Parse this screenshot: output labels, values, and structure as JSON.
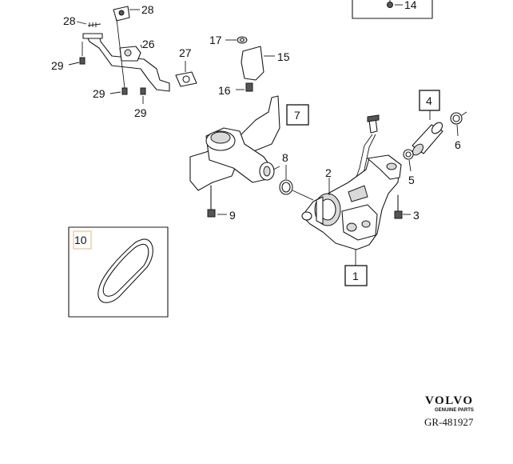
{
  "labels": {
    "p1": "1",
    "p2": "2",
    "p3": "3",
    "p4": "4",
    "p5": "5",
    "p6": "6",
    "p7": "7",
    "p8": "8",
    "p9": "9",
    "p10": "10",
    "p14": "14",
    "p15": "15",
    "p16": "16",
    "p17": "17",
    "p26": "26",
    "p27": "27",
    "p28a": "28",
    "p28b": "28",
    "p29a": "29",
    "p29b": "29",
    "p29c": "29"
  },
  "logo": {
    "brand": "VOLVO",
    "tagline": "GENUINE PARTS"
  },
  "reference": "GR-481927"
}
